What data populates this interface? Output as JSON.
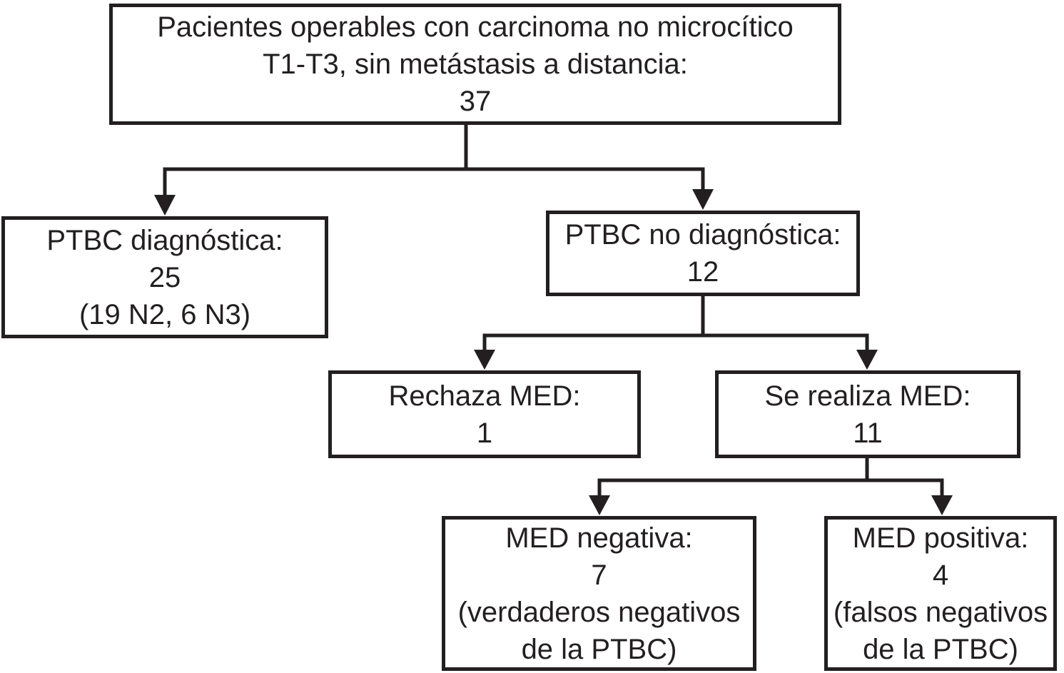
{
  "figure": {
    "type": "flowchart",
    "background": "#ffffff",
    "ink": "#231f20"
  },
  "nodes": {
    "root": {
      "lines": [
        "Pacientes operables con carcinoma no microcítico",
        "T1-T3, sin metástasis a distancia:",
        "37"
      ],
      "value": 37
    },
    "ptbc_diagnostica": {
      "lines": [
        "PTBC diagnóstica:",
        "25",
        "(19 N2, 6 N3)"
      ],
      "value": 25
    },
    "ptbc_no_diagnostica": {
      "lines": [
        "PTBC no diagnóstica:",
        "12"
      ],
      "value": 12
    },
    "rechaza_med": {
      "lines": [
        "Rechaza MED:",
        "1"
      ],
      "value": 1
    },
    "se_realiza_med": {
      "lines": [
        "Se realiza MED:",
        "11"
      ],
      "value": 11
    },
    "med_negativa": {
      "lines": [
        "MED negativa:",
        "7",
        "(verdaderos negativos",
        "de la PTBC)"
      ],
      "value": 7
    },
    "med_positiva": {
      "lines": [
        "MED positiva:",
        "4",
        "(falsos negativos",
        "de la PTBC)"
      ],
      "value": 4
    }
  },
  "edges": [
    {
      "from": "root",
      "to": "ptbc_diagnostica"
    },
    {
      "from": "root",
      "to": "ptbc_no_diagnostica"
    },
    {
      "from": "ptbc_no_diagnostica",
      "to": "rechaza_med"
    },
    {
      "from": "ptbc_no_diagnostica",
      "to": "se_realiza_med"
    },
    {
      "from": "se_realiza_med",
      "to": "med_negativa"
    },
    {
      "from": "se_realiza_med",
      "to": "med_positiva"
    }
  ]
}
